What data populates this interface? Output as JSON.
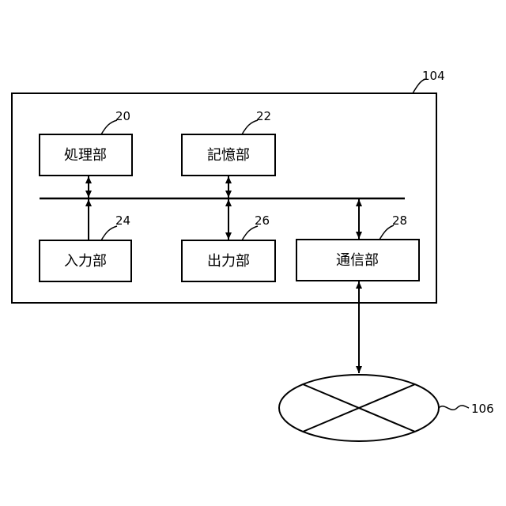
{
  "device": {
    "ref": "104"
  },
  "blocks": {
    "processing": {
      "label": "処理部",
      "ref": "20"
    },
    "storage": {
      "label": "記憶部",
      "ref": "22"
    },
    "input": {
      "label": "入力部",
      "ref": "24"
    },
    "output": {
      "label": "出力部",
      "ref": "26"
    },
    "communication": {
      "label": "通信部",
      "ref": "28"
    }
  },
  "network": {
    "ref": "106"
  }
}
